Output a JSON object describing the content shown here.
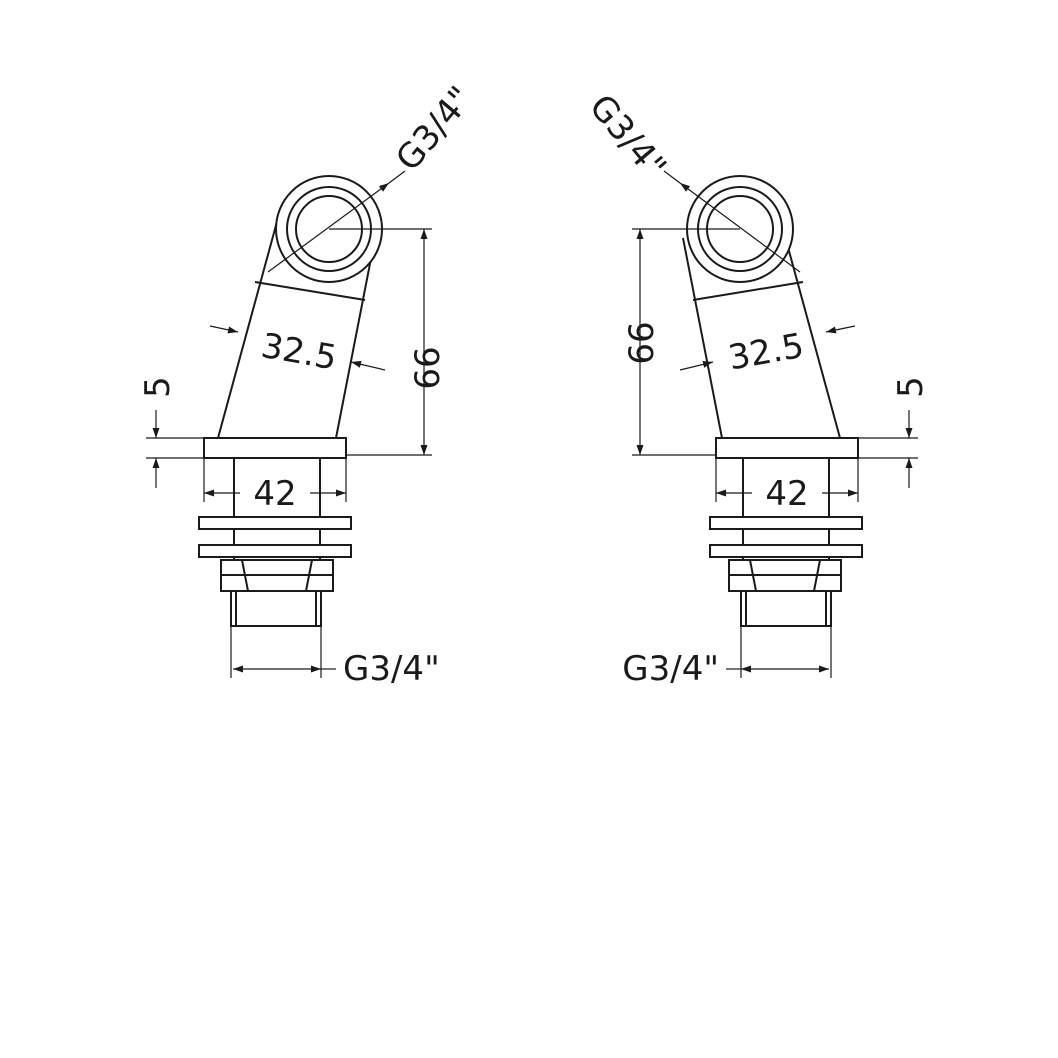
{
  "left_part": {
    "top_thread": "G3/4\"",
    "height_dim": "66",
    "width_dim": "32.5",
    "flange_dim": "5",
    "base_width_dim": "42",
    "bottom_thread": "G3/4\""
  },
  "right_part": {
    "top_thread": "G3/4\"",
    "height_dim": "66",
    "width_dim": "32.5",
    "flange_dim": "5",
    "base_width_dim": "42",
    "bottom_thread": "G3/4\""
  }
}
